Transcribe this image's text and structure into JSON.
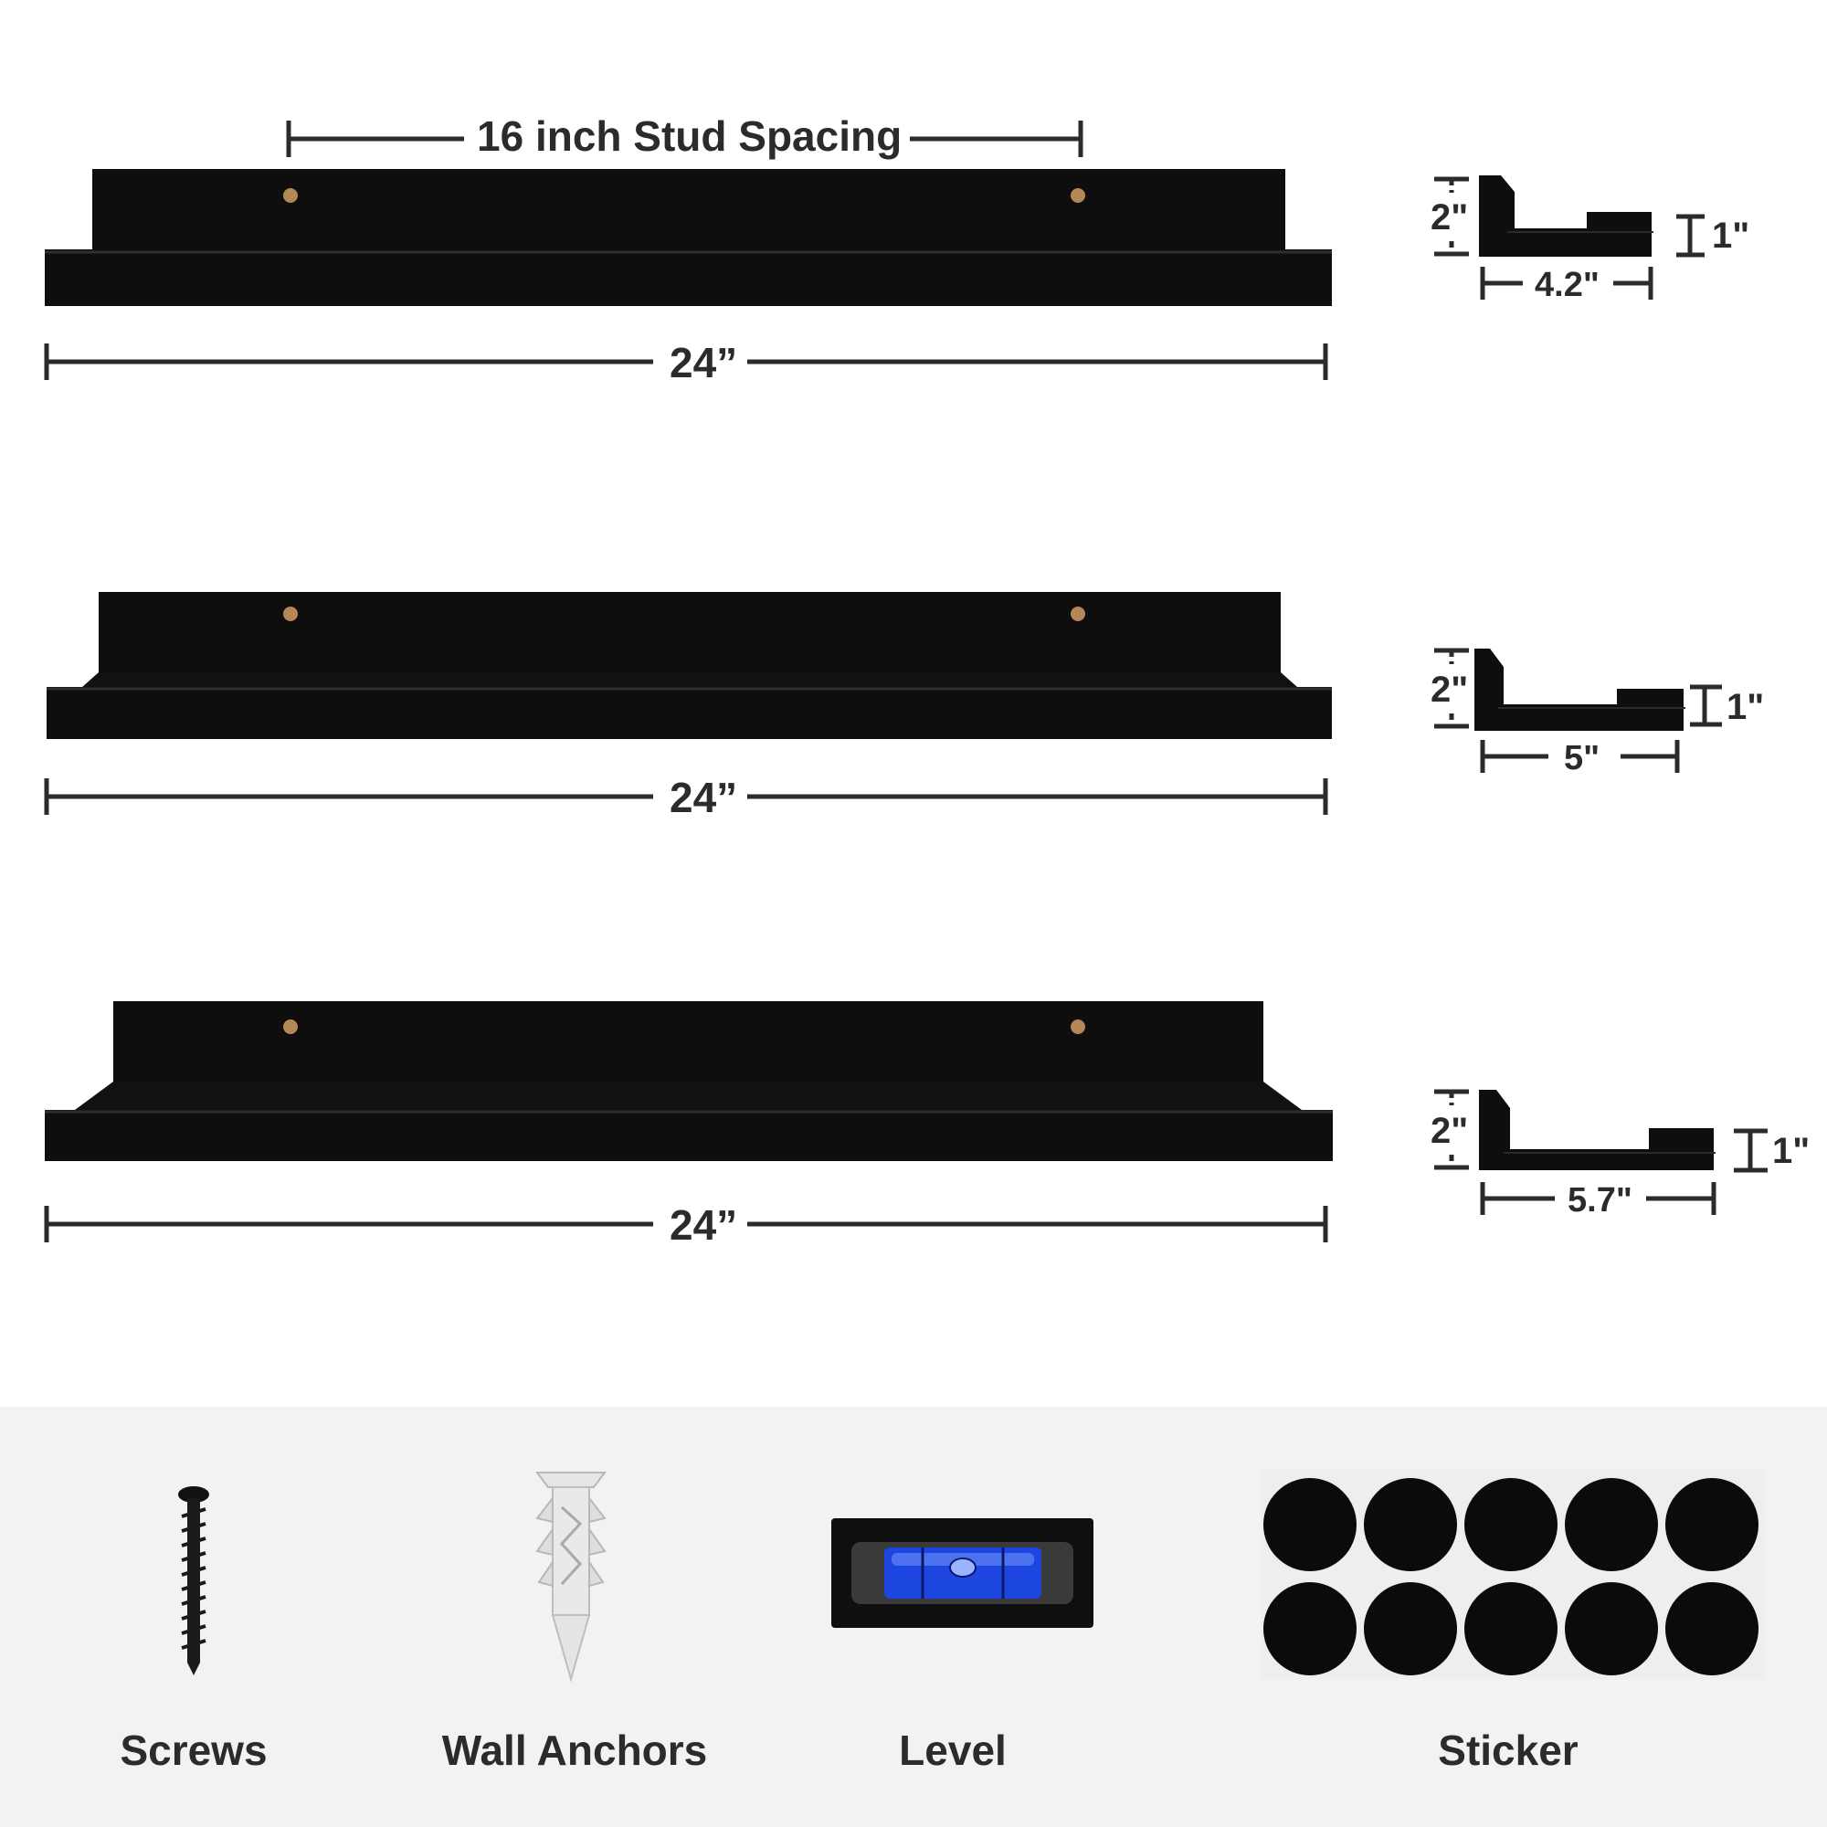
{
  "colors": {
    "background": "#ffffff",
    "accessory_panel": "#f2f2f2",
    "shelf": "#0e0e0e",
    "dimension_line": "#2b2b2b",
    "mounting_hole": "#b48756",
    "level_bubble": "#1d46e0"
  },
  "stud_spacing_label": "16 inch Stud Spacing",
  "shelves": [
    {
      "length_label": "24”",
      "height_label": "2\"",
      "lip_label": "1\"",
      "depth_label": "4.2\""
    },
    {
      "length_label": "24”",
      "height_label": "2\"",
      "lip_label": "1\"",
      "depth_label": "5\""
    },
    {
      "length_label": "24”",
      "height_label": "2\"",
      "lip_label": "1\"",
      "depth_label": "5.7\""
    }
  ],
  "accessories": [
    {
      "label": "Screws",
      "icon": "screw-icon"
    },
    {
      "label": "Wall Anchors",
      "icon": "wall-anchor-icon"
    },
    {
      "label": "Level",
      "icon": "level-icon"
    },
    {
      "label": "Sticker",
      "icon": "sticker-sheet-icon"
    }
  ]
}
